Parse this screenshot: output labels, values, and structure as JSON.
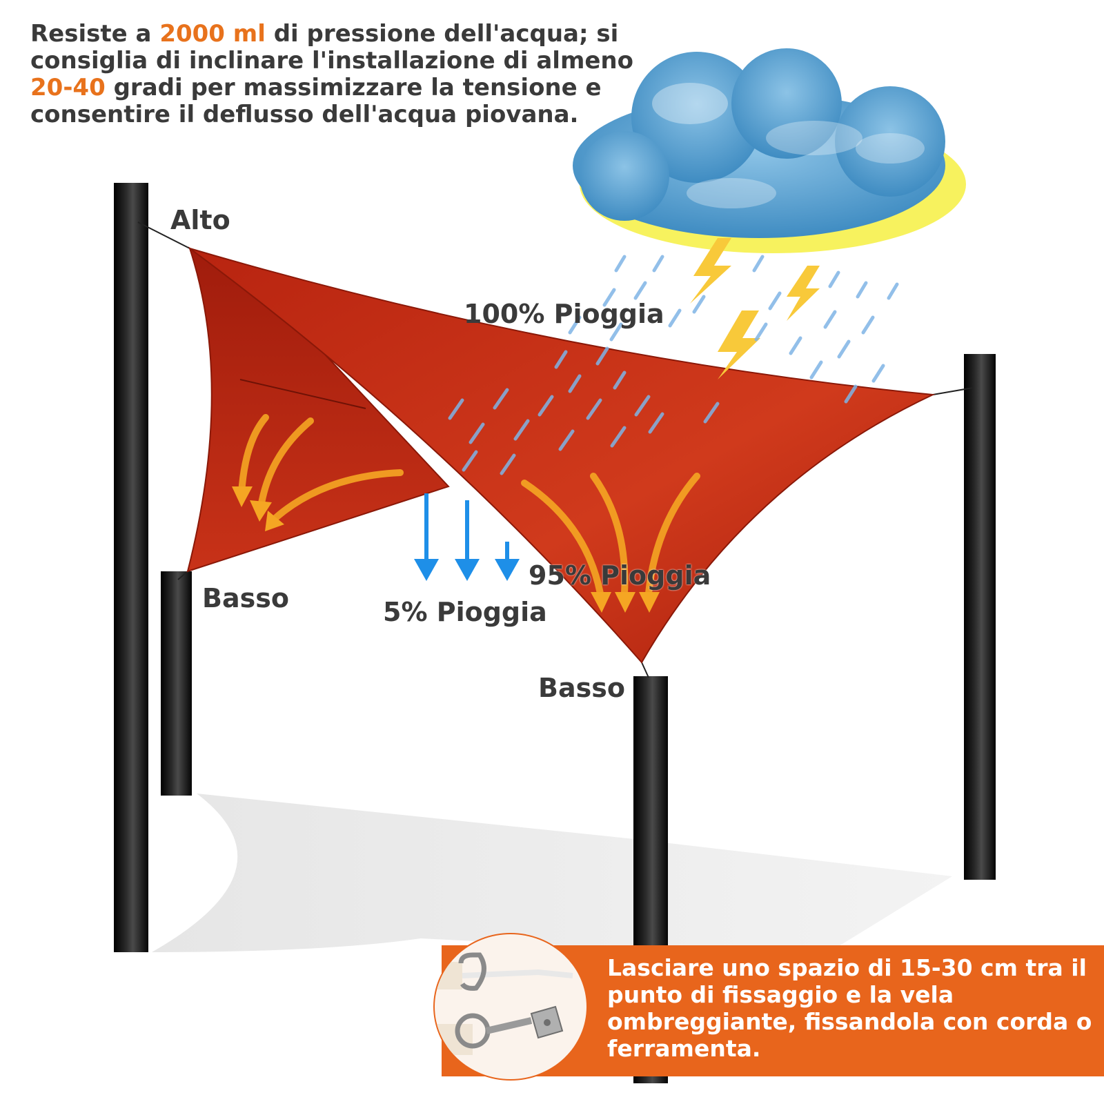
{
  "heading": {
    "part1": "Resiste a ",
    "highlight1": "2000 ml",
    "part2": " di pressione dell'acqua; si consiglia di inclinare l'installazione di almeno ",
    "highlight2": "20-40",
    "part3": " gradi per massimizzare la tensione e consentire il deflusso dell'acqua piovana."
  },
  "labels": {
    "alto": "Alto",
    "basso_left": "Basso",
    "basso_front": "Basso",
    "rain_100": "100% Pioggia",
    "rain_95": "95% Pioggia",
    "rain_5": "5% Pioggia"
  },
  "banner": {
    "text": "Lasciare uno spazio di 15-30 cm tra il punto di fissaggio e la vela ombreggiante, fissandola con corda o ferramenta."
  },
  "colors": {
    "accent": "#e8721c",
    "banner": "#e8651c",
    "sail": "#c42a12",
    "pole": "#141414",
    "rain_arrow": "#1e8fe8",
    "flow_arrow": "#f5a623",
    "cloud": "#5fa6d4"
  },
  "icons": [
    "cloud-icon",
    "lightning-icon",
    "rain-drop-icon",
    "down-arrow-icon",
    "d-ring-icon",
    "snap-hook-icon"
  ]
}
